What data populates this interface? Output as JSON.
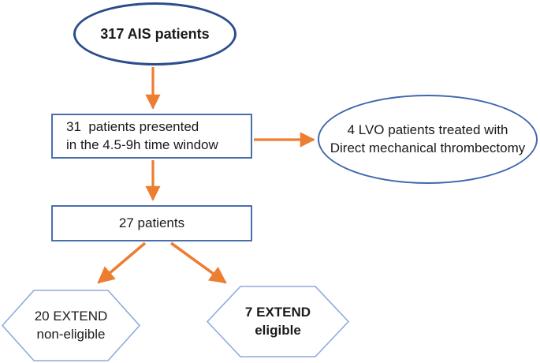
{
  "diagram": {
    "title": "AIS patient selection flowchart",
    "nodes": {
      "ais_patients": {
        "label": "317 AIS patients",
        "shape": "ellipse",
        "emphasis": "bold"
      },
      "time_window": {
        "line1": "31  patients presented",
        "line2": "in the 4.5-9h time window",
        "shape": "rectangle"
      },
      "lvo_thrombectomy": {
        "line1": "4 LVO patients treated with",
        "line2": "Direct mechanical thrombectomy",
        "shape": "ellipse"
      },
      "patients_27": {
        "label": "27 patients",
        "shape": "rectangle"
      },
      "extend_non_eligible": {
        "line1": "20 EXTEND",
        "line2": "non-eligible",
        "shape": "hexagon"
      },
      "extend_eligible": {
        "line1": "7 EXTEND",
        "line2": "eligible",
        "shape": "hexagon",
        "emphasis": "bold"
      }
    },
    "edges": [
      {
        "from": "ais_patients",
        "to": "time_window",
        "direction": "down"
      },
      {
        "from": "time_window",
        "to": "lvo_thrombectomy",
        "direction": "right"
      },
      {
        "from": "time_window",
        "to": "patients_27",
        "direction": "down"
      },
      {
        "from": "patients_27",
        "to": "extend_non_eligible",
        "direction": "down-left"
      },
      {
        "from": "patients_27",
        "to": "extend_eligible",
        "direction": "down-right"
      }
    ],
    "colors": {
      "start_ellipse_border": "#2b4d8c",
      "node_border_blue": "#4a6fae",
      "hexagon_border": "#8faadc",
      "arrow": "#ed7d31",
      "text": "#1a1a1a",
      "background": "#ffffff"
    }
  }
}
